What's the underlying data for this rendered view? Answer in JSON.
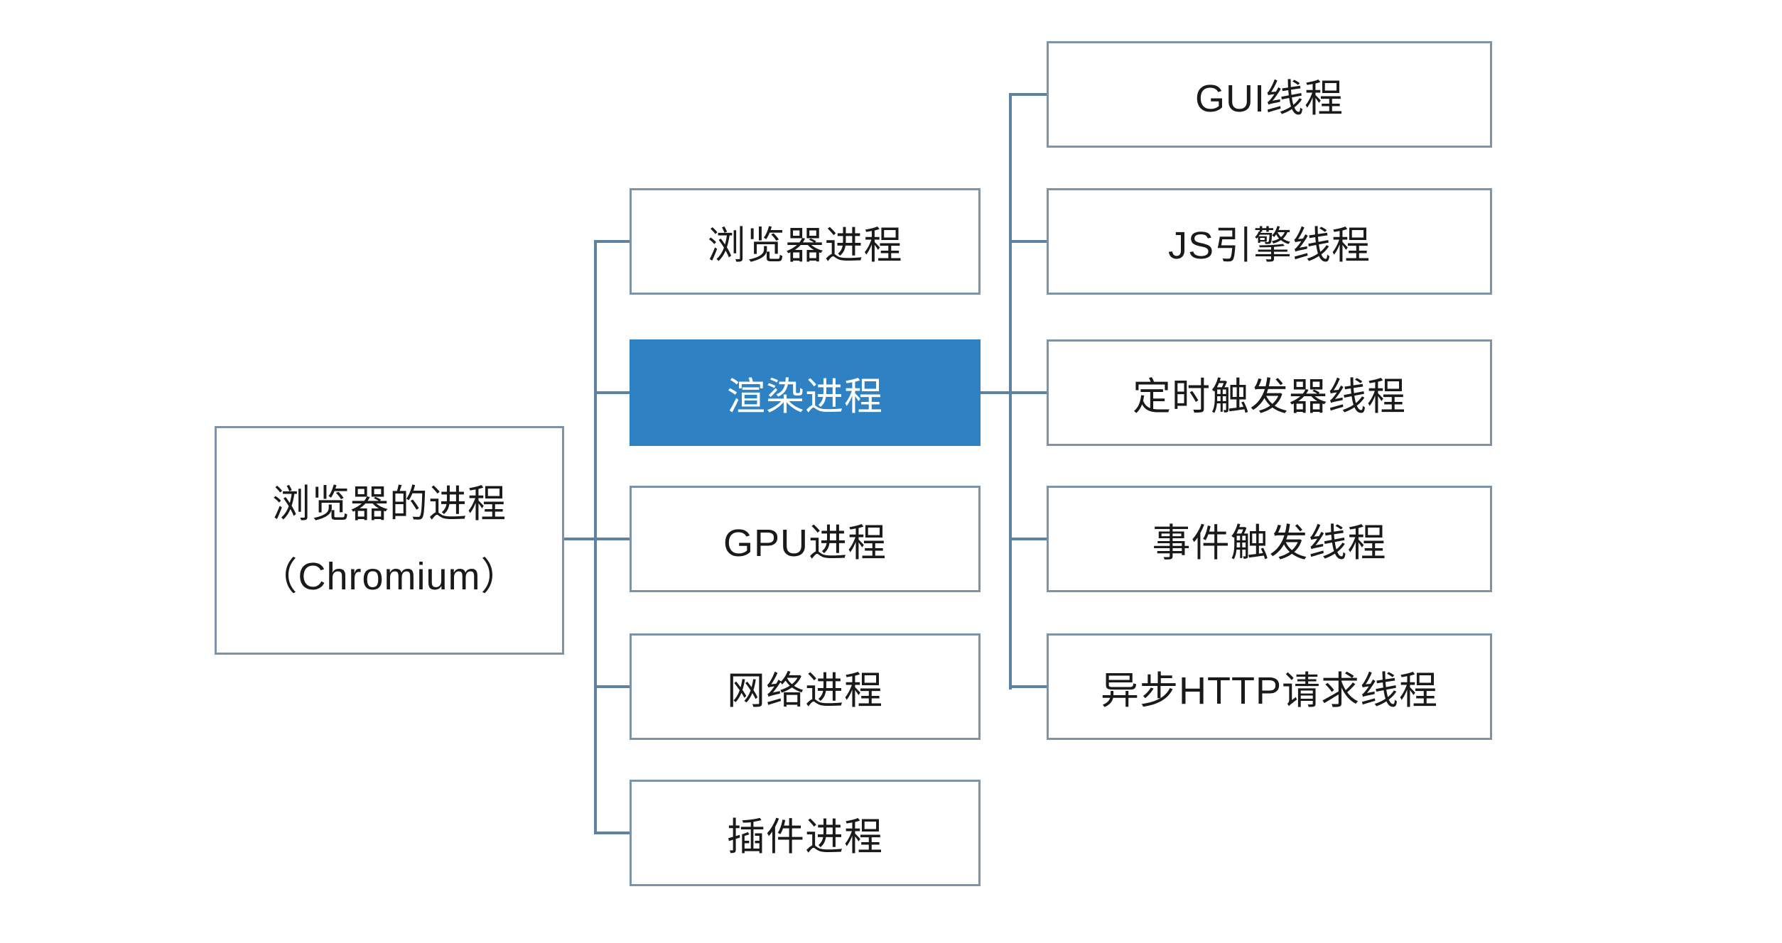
{
  "diagram": {
    "root": {
      "line1": "浏览器的进程",
      "line2": "（Chromium）"
    },
    "processes": [
      {
        "label": "浏览器进程",
        "highlighted": false
      },
      {
        "label": "渲染进程",
        "highlighted": true
      },
      {
        "label": "GPU进程",
        "highlighted": false
      },
      {
        "label": "网络进程",
        "highlighted": false
      },
      {
        "label": "插件进程",
        "highlighted": false
      }
    ],
    "threads": [
      {
        "label": "GUI线程"
      },
      {
        "label": "JS引擎线程"
      },
      {
        "label": "定时触发器线程"
      },
      {
        "label": "事件触发线程"
      },
      {
        "label": "异步HTTP请求线程"
      }
    ],
    "colors": {
      "highlight_fill": "#2E82C4",
      "highlight_text": "#FFFFFF",
      "box_border": "#7D94A8",
      "connector": "#5E82A2",
      "text": "#1A1A1A",
      "background": "#FFFFFF"
    }
  }
}
